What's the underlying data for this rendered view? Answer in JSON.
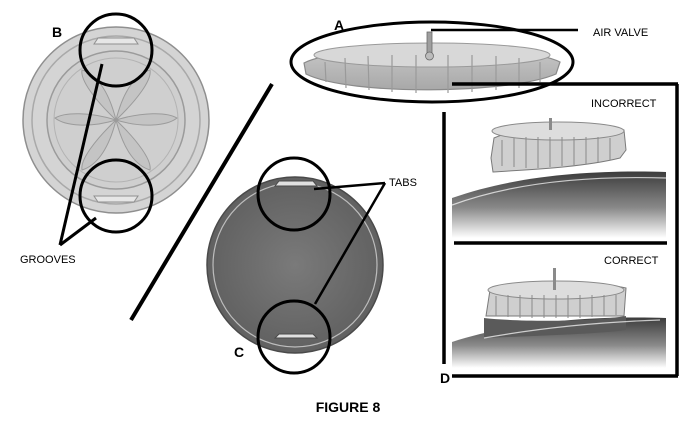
{
  "figure": {
    "caption": "FIGURE 8",
    "callouts": {
      "a": "A",
      "b": "B",
      "c": "C",
      "d": "D"
    },
    "labels": {
      "air_valve": "AIR VALVE",
      "grooves": "GROOVES",
      "tabs": "TABS",
      "incorrect": "INCORRECT",
      "correct": "CORRECT"
    },
    "colors": {
      "lid_light": "#d2d2d2",
      "lid_dark": "#6e6e6e",
      "lid_rim": "#bdbdbd",
      "outline": "#000000",
      "base_gradient_dark": "#404040"
    }
  }
}
